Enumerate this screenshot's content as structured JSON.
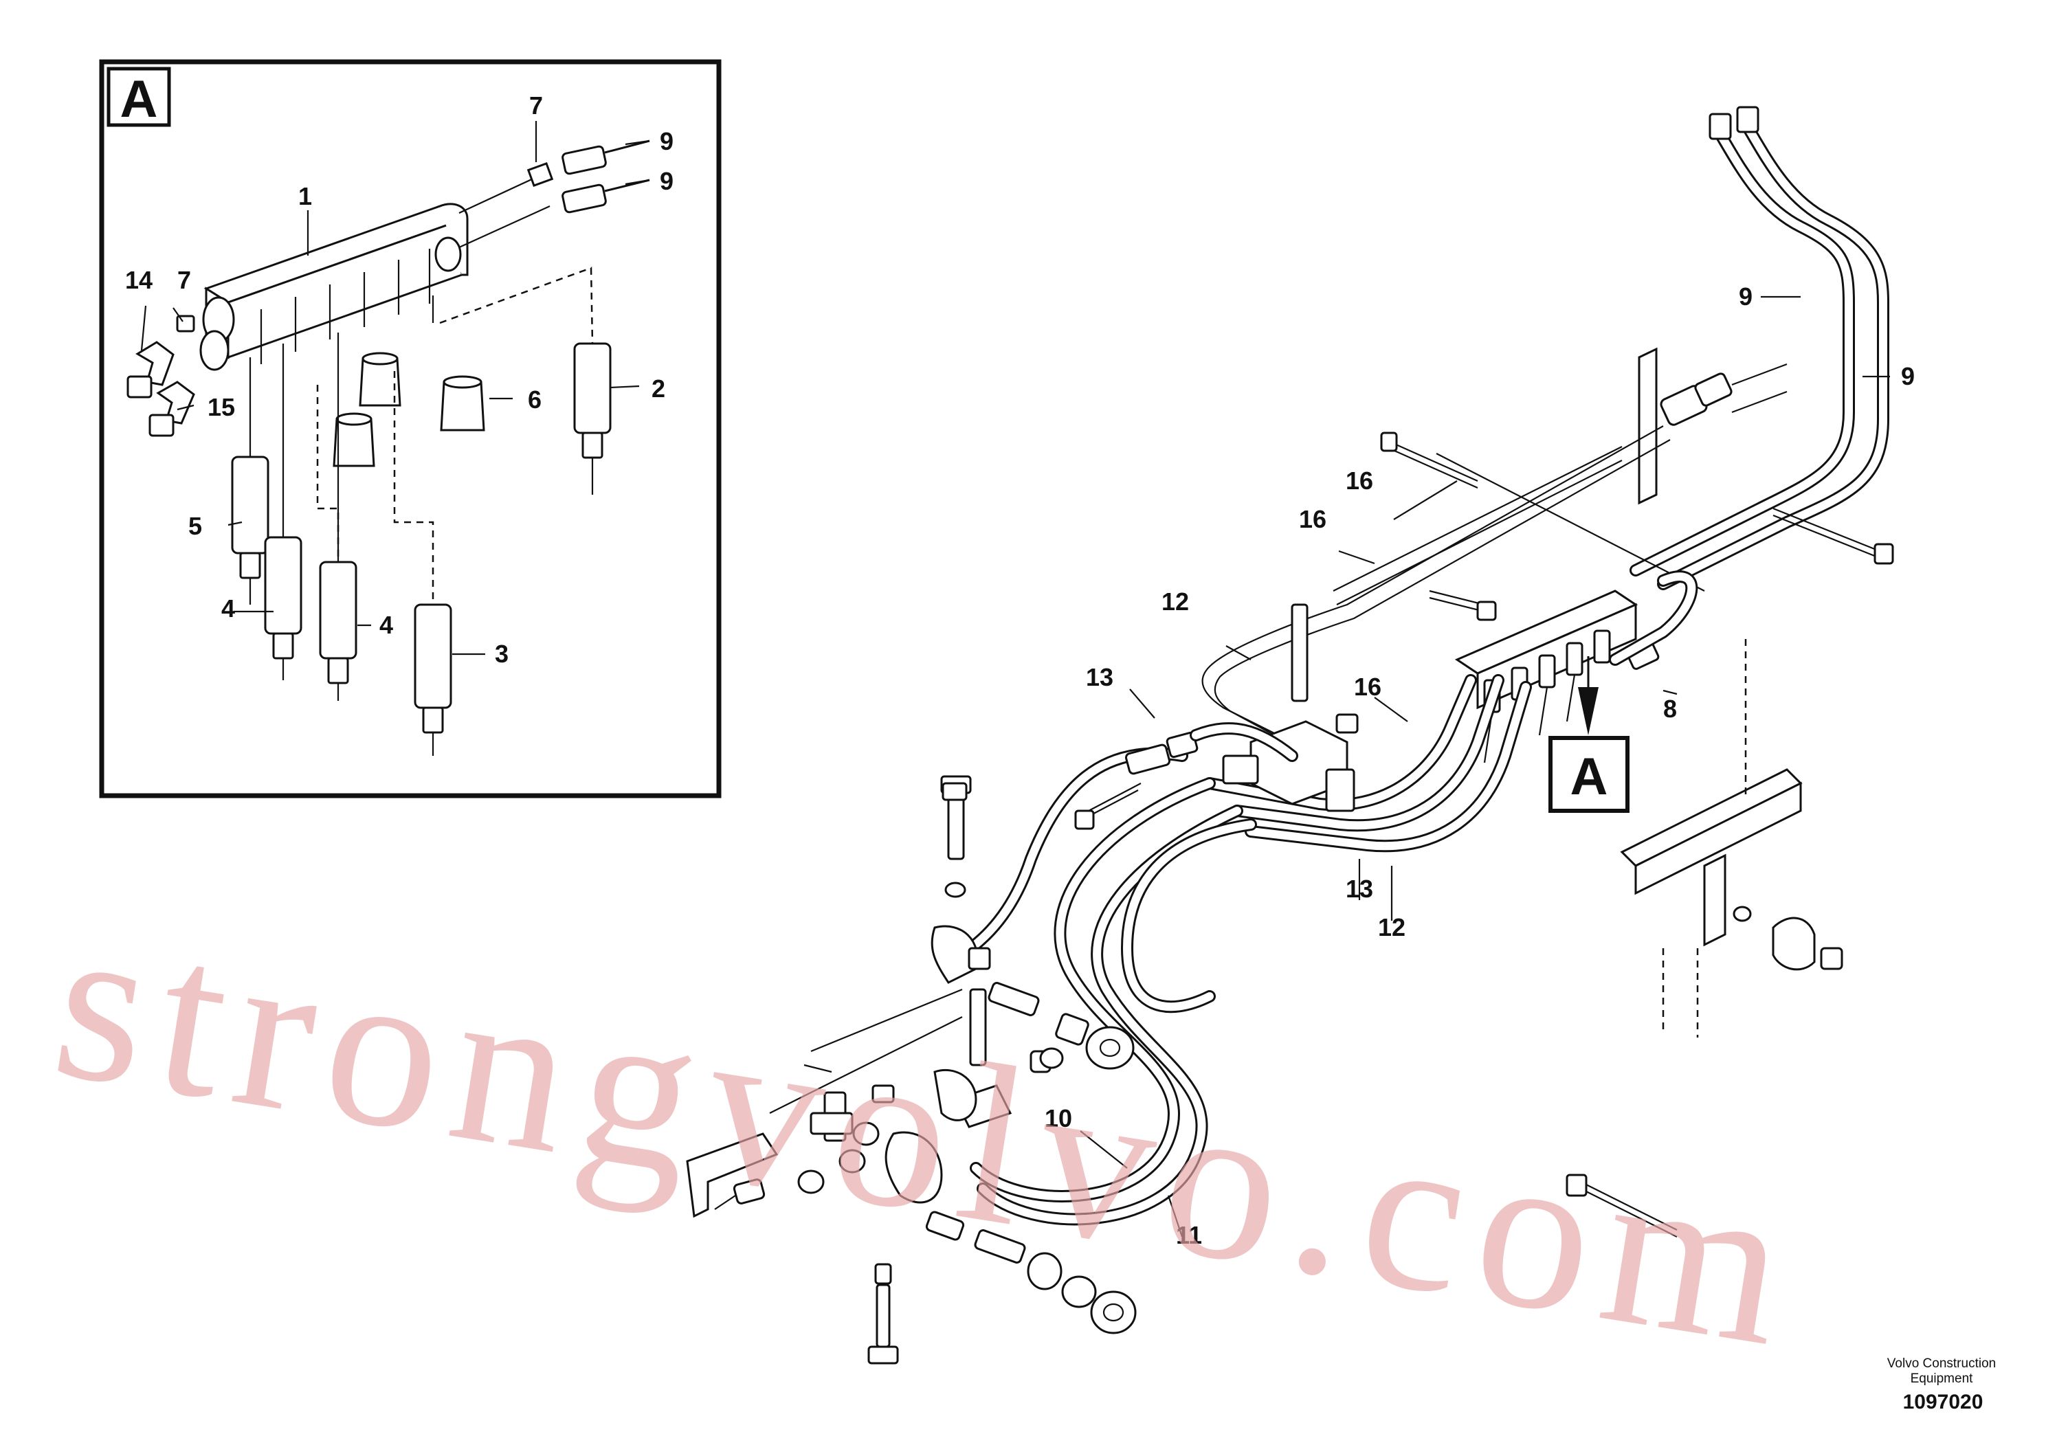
{
  "detail_view": {
    "title_letter": "A",
    "callouts": [
      "1",
      "2",
      "3",
      "4",
      "4",
      "5",
      "6",
      "7",
      "7",
      "9",
      "9",
      "14",
      "15"
    ]
  },
  "main_view": {
    "callouts": [
      "9",
      "9",
      "16",
      "16",
      "16",
      "12",
      "12",
      "13",
      "13",
      "8",
      "10",
      "11"
    ],
    "detail_marker": "A"
  },
  "watermark": "strongvolvo.com",
  "footer": {
    "brand_line1": "Volvo Construction",
    "brand_line2": "Equipment",
    "drawing_number": "1097020"
  }
}
